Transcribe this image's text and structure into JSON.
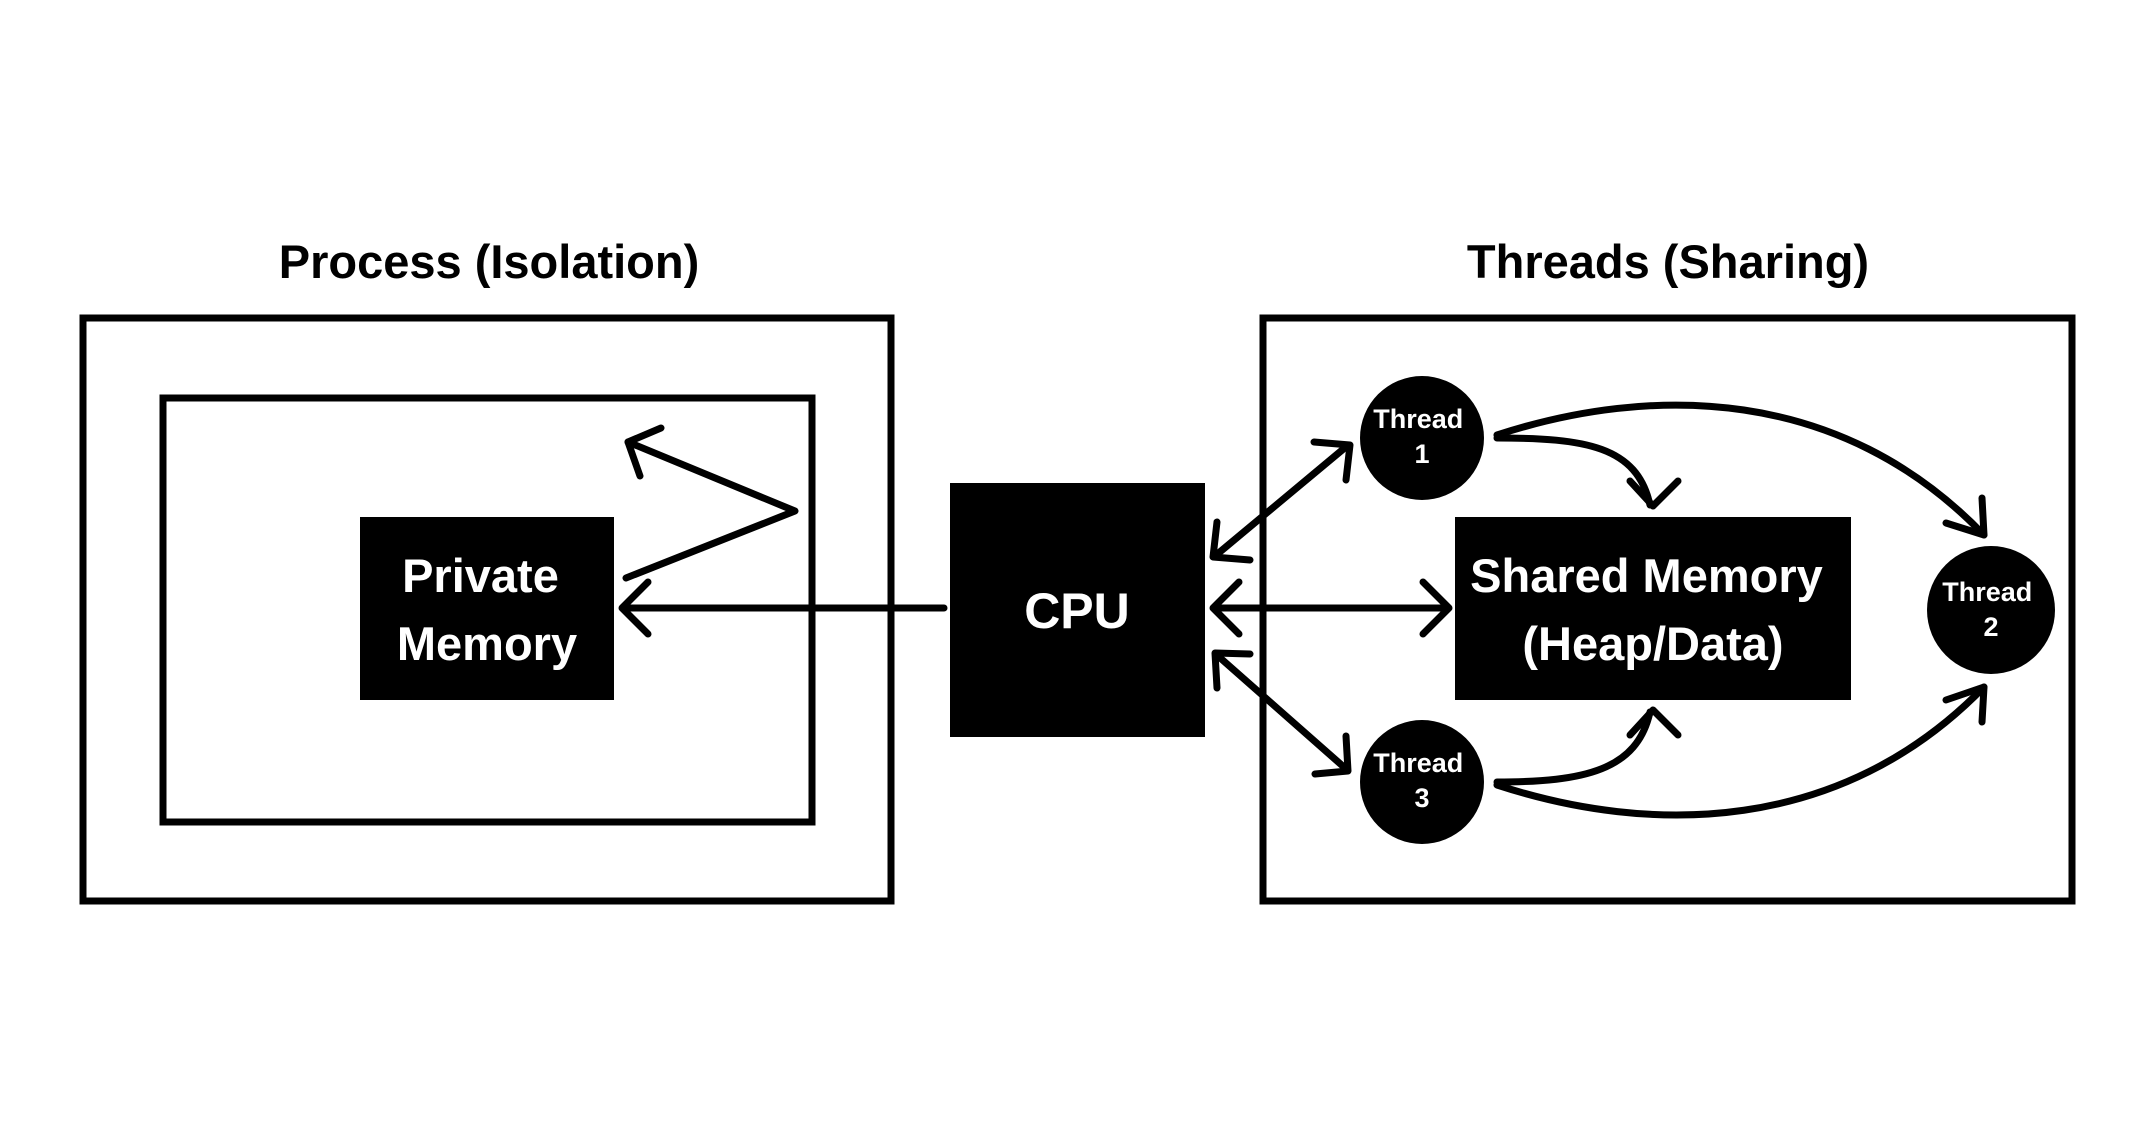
{
  "colors": {
    "ink": "#000000",
    "paper": "#ffffff"
  },
  "process": {
    "title": "Process (Isolation)",
    "memory_label_line1": "Private",
    "memory_label_line2": "Memory"
  },
  "cpu": {
    "label": "CPU"
  },
  "threads": {
    "title": "Threads (Sharing)",
    "shared_memory_line1": "Shared Memory",
    "shared_memory_line2": "(Heap/Data)",
    "items": [
      {
        "line1": "Thread",
        "line2": "1"
      },
      {
        "line1": "Thread",
        "line2": "2"
      },
      {
        "line1": "Thread",
        "line2": "3"
      }
    ]
  }
}
